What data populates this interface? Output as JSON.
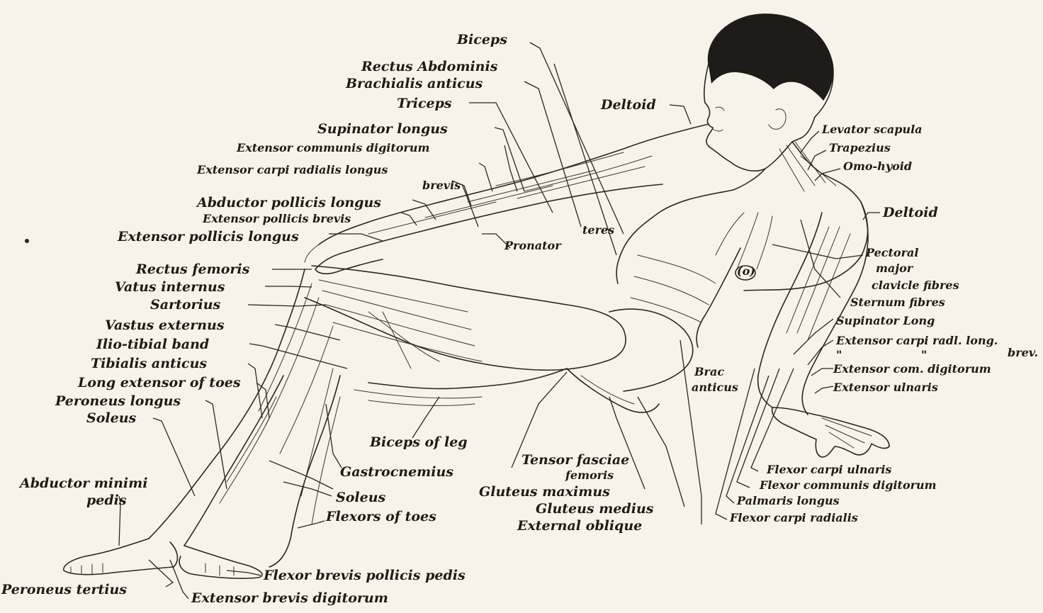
{
  "labels": {
    "biceps": "Biceps",
    "rectus_abdominis": "Rectus Abdominis",
    "brachialis_anticus": "Brachialis anticus",
    "triceps": "Triceps",
    "supinator_longus": "Supinator longus",
    "extensor_communis_digitorum": "Extensor communis digitorum",
    "extensor_carpi_radialis_longus": "Extensor carpi radialis longus",
    "brevis": "brevis",
    "abductor_pollicis_longus": "Abductor pollicis longus",
    "extensor_pollicis_brevis": "Extensor pollicis brevis",
    "extensor_pollicis_longus": "Extensor pollicis longus",
    "teres": "teres",
    "pronator": "Pronator",
    "rectus_femoris": "Rectus femoris",
    "vastus_internus": "Vatus internus",
    "sartorius": "Sartorius",
    "vastus_externus": "Vastus externus",
    "ilio_tibial_band": "Ilio-tibial band",
    "tibialis_anticus": "Tibialis anticus",
    "long_extensor_toes": "Long extensor of toes",
    "peroneus_longus": "Peroneus longus",
    "soleus_left": "Soleus",
    "abductor_minimi": "Abductor minimi",
    "pedis": "pedis",
    "peroneus_tertius": "Peroneus tertius",
    "extensor_brevis_digitorum": "Extensor brevis digitorum",
    "flexor_brevis_pollicis_pedis": "Flexor brevis pollicis pedis",
    "flexors_of_toes": "Flexors of toes",
    "soleus_mid": "Soleus",
    "gastrocnemius": "Gastrocnemius",
    "biceps_of_leg": "Biceps of leg",
    "tensor_fasciae": "Tensor fasciae",
    "femoris": "femoris",
    "gluteus_maximus": "Gluteus maximus",
    "gluteus_medius": "Gluteus medius",
    "external_oblique": "External oblique",
    "deltoid_top": "Deltoid",
    "levator_scapula": "Levator scapula",
    "trapezius": "Trapezius",
    "omo_hyoid": "Omo-hyoid",
    "deltoid_right": "Deltoid",
    "pectoral": "Pectoral",
    "major": "major",
    "clavicle_fibres": "clavicle fibres",
    "sternum_fibres": "Sternum fibres",
    "supinator_long": "Supinator Long",
    "extensor_carpi_radl_long": "Extensor carpi radl. long.",
    "brev": "brev.",
    "ditto_1": "\"",
    "ditto_2": "\"",
    "extensor_com_digitorum": "Extensor com. digitorum",
    "extensor_ulnaris": "Extensor ulnaris",
    "brac": "Brac",
    "anticus": "anticus",
    "flexor_carpi_ulnaris": "Flexor carpi ulnaris",
    "flexor_communis_digitorum": "Flexor communis digitorum",
    "palmaris_longus": "Palmaris longus",
    "flexor_carpi_radialis": "Flexor carpi radialis",
    "nipple_mark": "(o)"
  }
}
